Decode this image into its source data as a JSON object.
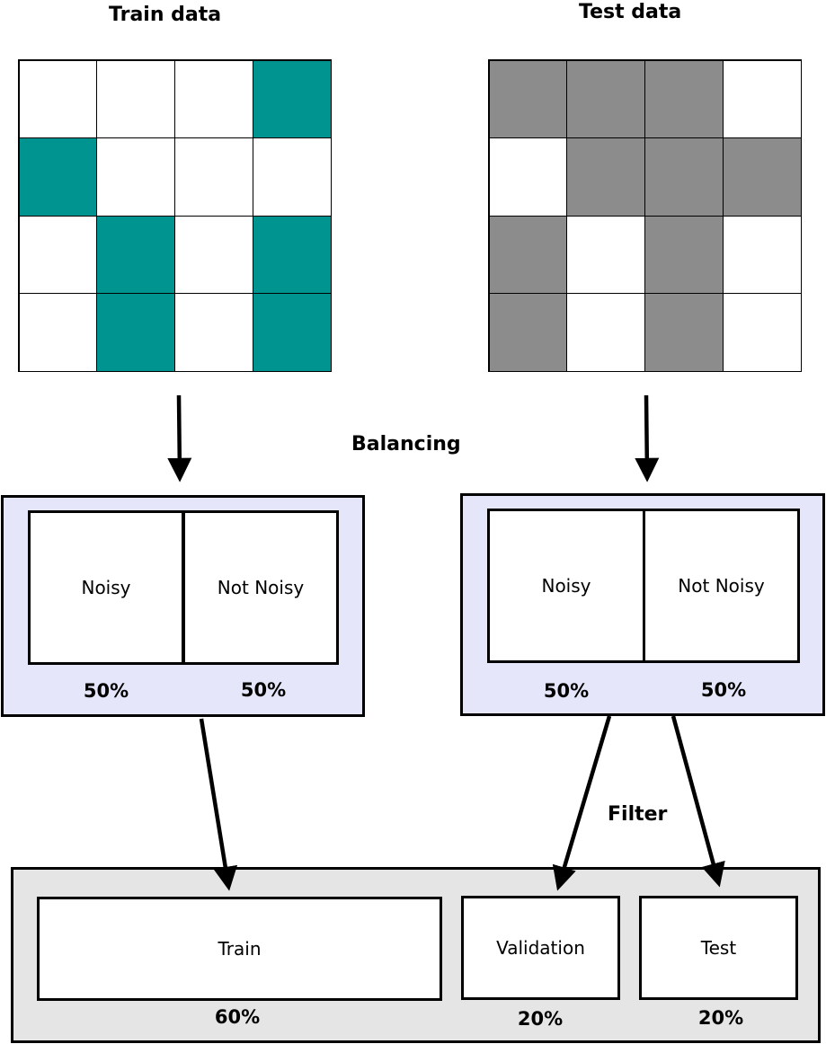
{
  "titles": {
    "train": "Train data",
    "test": "Test data"
  },
  "colors": {
    "train_fill": "#009491",
    "test_fill": "#8c8c8c",
    "panel_bg": "#e6e6fa",
    "bottom_bg": "#e5e5e5"
  },
  "train_grid": [
    [
      0,
      0,
      0,
      1
    ],
    [
      1,
      0,
      0,
      0
    ],
    [
      0,
      1,
      0,
      1
    ],
    [
      0,
      1,
      0,
      1
    ]
  ],
  "test_grid": [
    [
      1,
      1,
      1,
      0
    ],
    [
      0,
      1,
      1,
      1
    ],
    [
      1,
      0,
      1,
      0
    ],
    [
      1,
      0,
      1,
      0
    ]
  ],
  "steps": {
    "balancing": "Balancing",
    "filter": "Filter"
  },
  "left_panel": {
    "noisy": "Noisy",
    "not_noisy": "Not Noisy",
    "noisy_pct": "50%",
    "not_noisy_pct": "50%"
  },
  "right_panel": {
    "noisy": "Noisy",
    "not_noisy": "Not Noisy",
    "noisy_pct": "50%",
    "not_noisy_pct": "50%"
  },
  "split": {
    "train": "Train",
    "train_pct": "60%",
    "validation": "Validation",
    "validation_pct": "20%",
    "test": "Test",
    "test_pct": "20%"
  }
}
